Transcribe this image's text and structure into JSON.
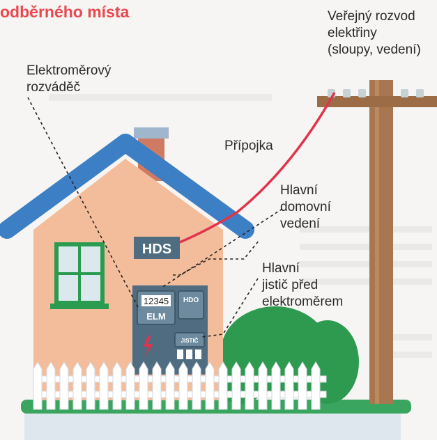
{
  "title": "odběrného místa",
  "labels": {
    "public_grid": [
      "Veřejný rozvod",
      "elektřiny",
      "(sloupy, vedení)"
    ],
    "meter_cabinet": [
      "Elektroměrový",
      "rozváděč"
    ],
    "service_line": [
      "Přípojka"
    ],
    "main_house_line": [
      "Hlavní",
      "domovní",
      "vedení"
    ],
    "main_breaker": [
      "Hlavní",
      "jistič před",
      "elektroměrem"
    ]
  },
  "house": {
    "hds": "HDS",
    "meter_reading": "12345",
    "meter_label": "ELM",
    "hdo": "HDO",
    "breaker": "JISTIČ"
  },
  "colors": {
    "title": "#e8484f",
    "wire": "#e0344c",
    "roof": "#3d7fc4",
    "wall": "#f3bd9c",
    "cabinet": "#4f6c80",
    "pole": "#a8774f",
    "bush": "#2e9a4f",
    "ground": "#3aa55f"
  }
}
